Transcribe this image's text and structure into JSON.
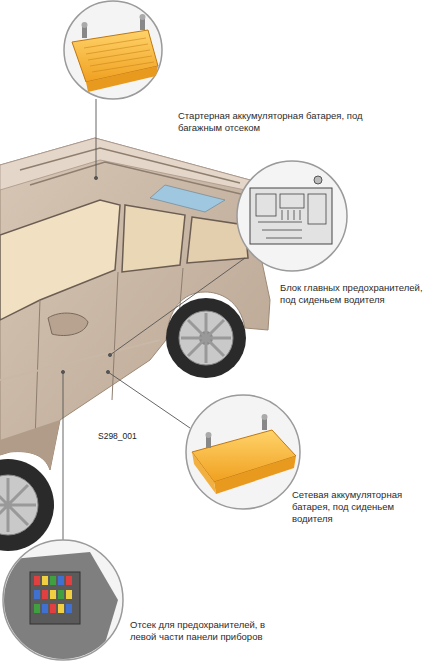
{
  "diagram": {
    "labels": [
      "Стартерная аккумуляторная батарея, под багажным отсеком",
      "Блок главных предохранителей, под сиденьем водителя",
      "S298_001",
      "Сетевая аккумуляторная батарея, под сиденьем водителя",
      "Отсек для предохранителей, в левой части панели приборов"
    ]
  }
}
